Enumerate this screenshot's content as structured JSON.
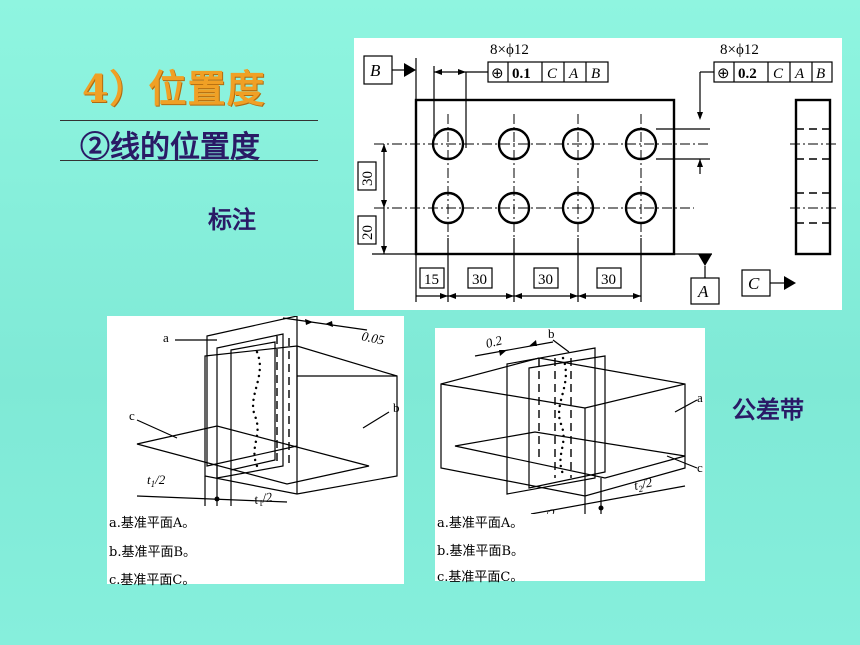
{
  "slide": {
    "title": "4）位置度",
    "subtitle": "②线的位置度",
    "label_annotation": "标注",
    "label_tolerance_zone": "公差带"
  },
  "drawing": {
    "datum_b": "B",
    "datum_a": "A",
    "datum_c": "C",
    "hole_spec_left": "8×ϕ12",
    "hole_spec_right": "8×ϕ12",
    "fcf_left": {
      "symbol": "⊕",
      "tolerance": "0.1",
      "d1": "C",
      "d2": "A",
      "d3": "B"
    },
    "fcf_right": {
      "symbol": "⊕",
      "tolerance": "0.2",
      "d1": "C",
      "d2": "A",
      "d3": "B"
    },
    "dim_v_30": "30",
    "dim_v_20": "20",
    "dim_h_15": "15",
    "dim_h_30a": "30",
    "dim_h_30b": "30",
    "dim_h_30c": "30"
  },
  "zone_left": {
    "label_a": "a",
    "label_b": "b",
    "label_c": "c",
    "tol": "0.05",
    "half1": "t",
    "half1_sub": "1",
    "half1_tail": "/2",
    "half2": "t",
    "half2_sub": "1",
    "half2_tail": "/2",
    "captions": [
      "a.基准平面A。",
      "b.基准平面B。",
      "c.基准平面C。"
    ]
  },
  "zone_right": {
    "label_a": "a",
    "label_b": "b",
    "label_c": "c",
    "tol": "0.2",
    "half1": "t",
    "half1_sub": "2",
    "half1_tail": "/2",
    "half2": "t",
    "half2_sub": "2",
    "half2_tail": "/2",
    "captions": [
      "a.基准平面A。",
      "b.基准平面B。",
      "c.基准平面C。"
    ]
  }
}
